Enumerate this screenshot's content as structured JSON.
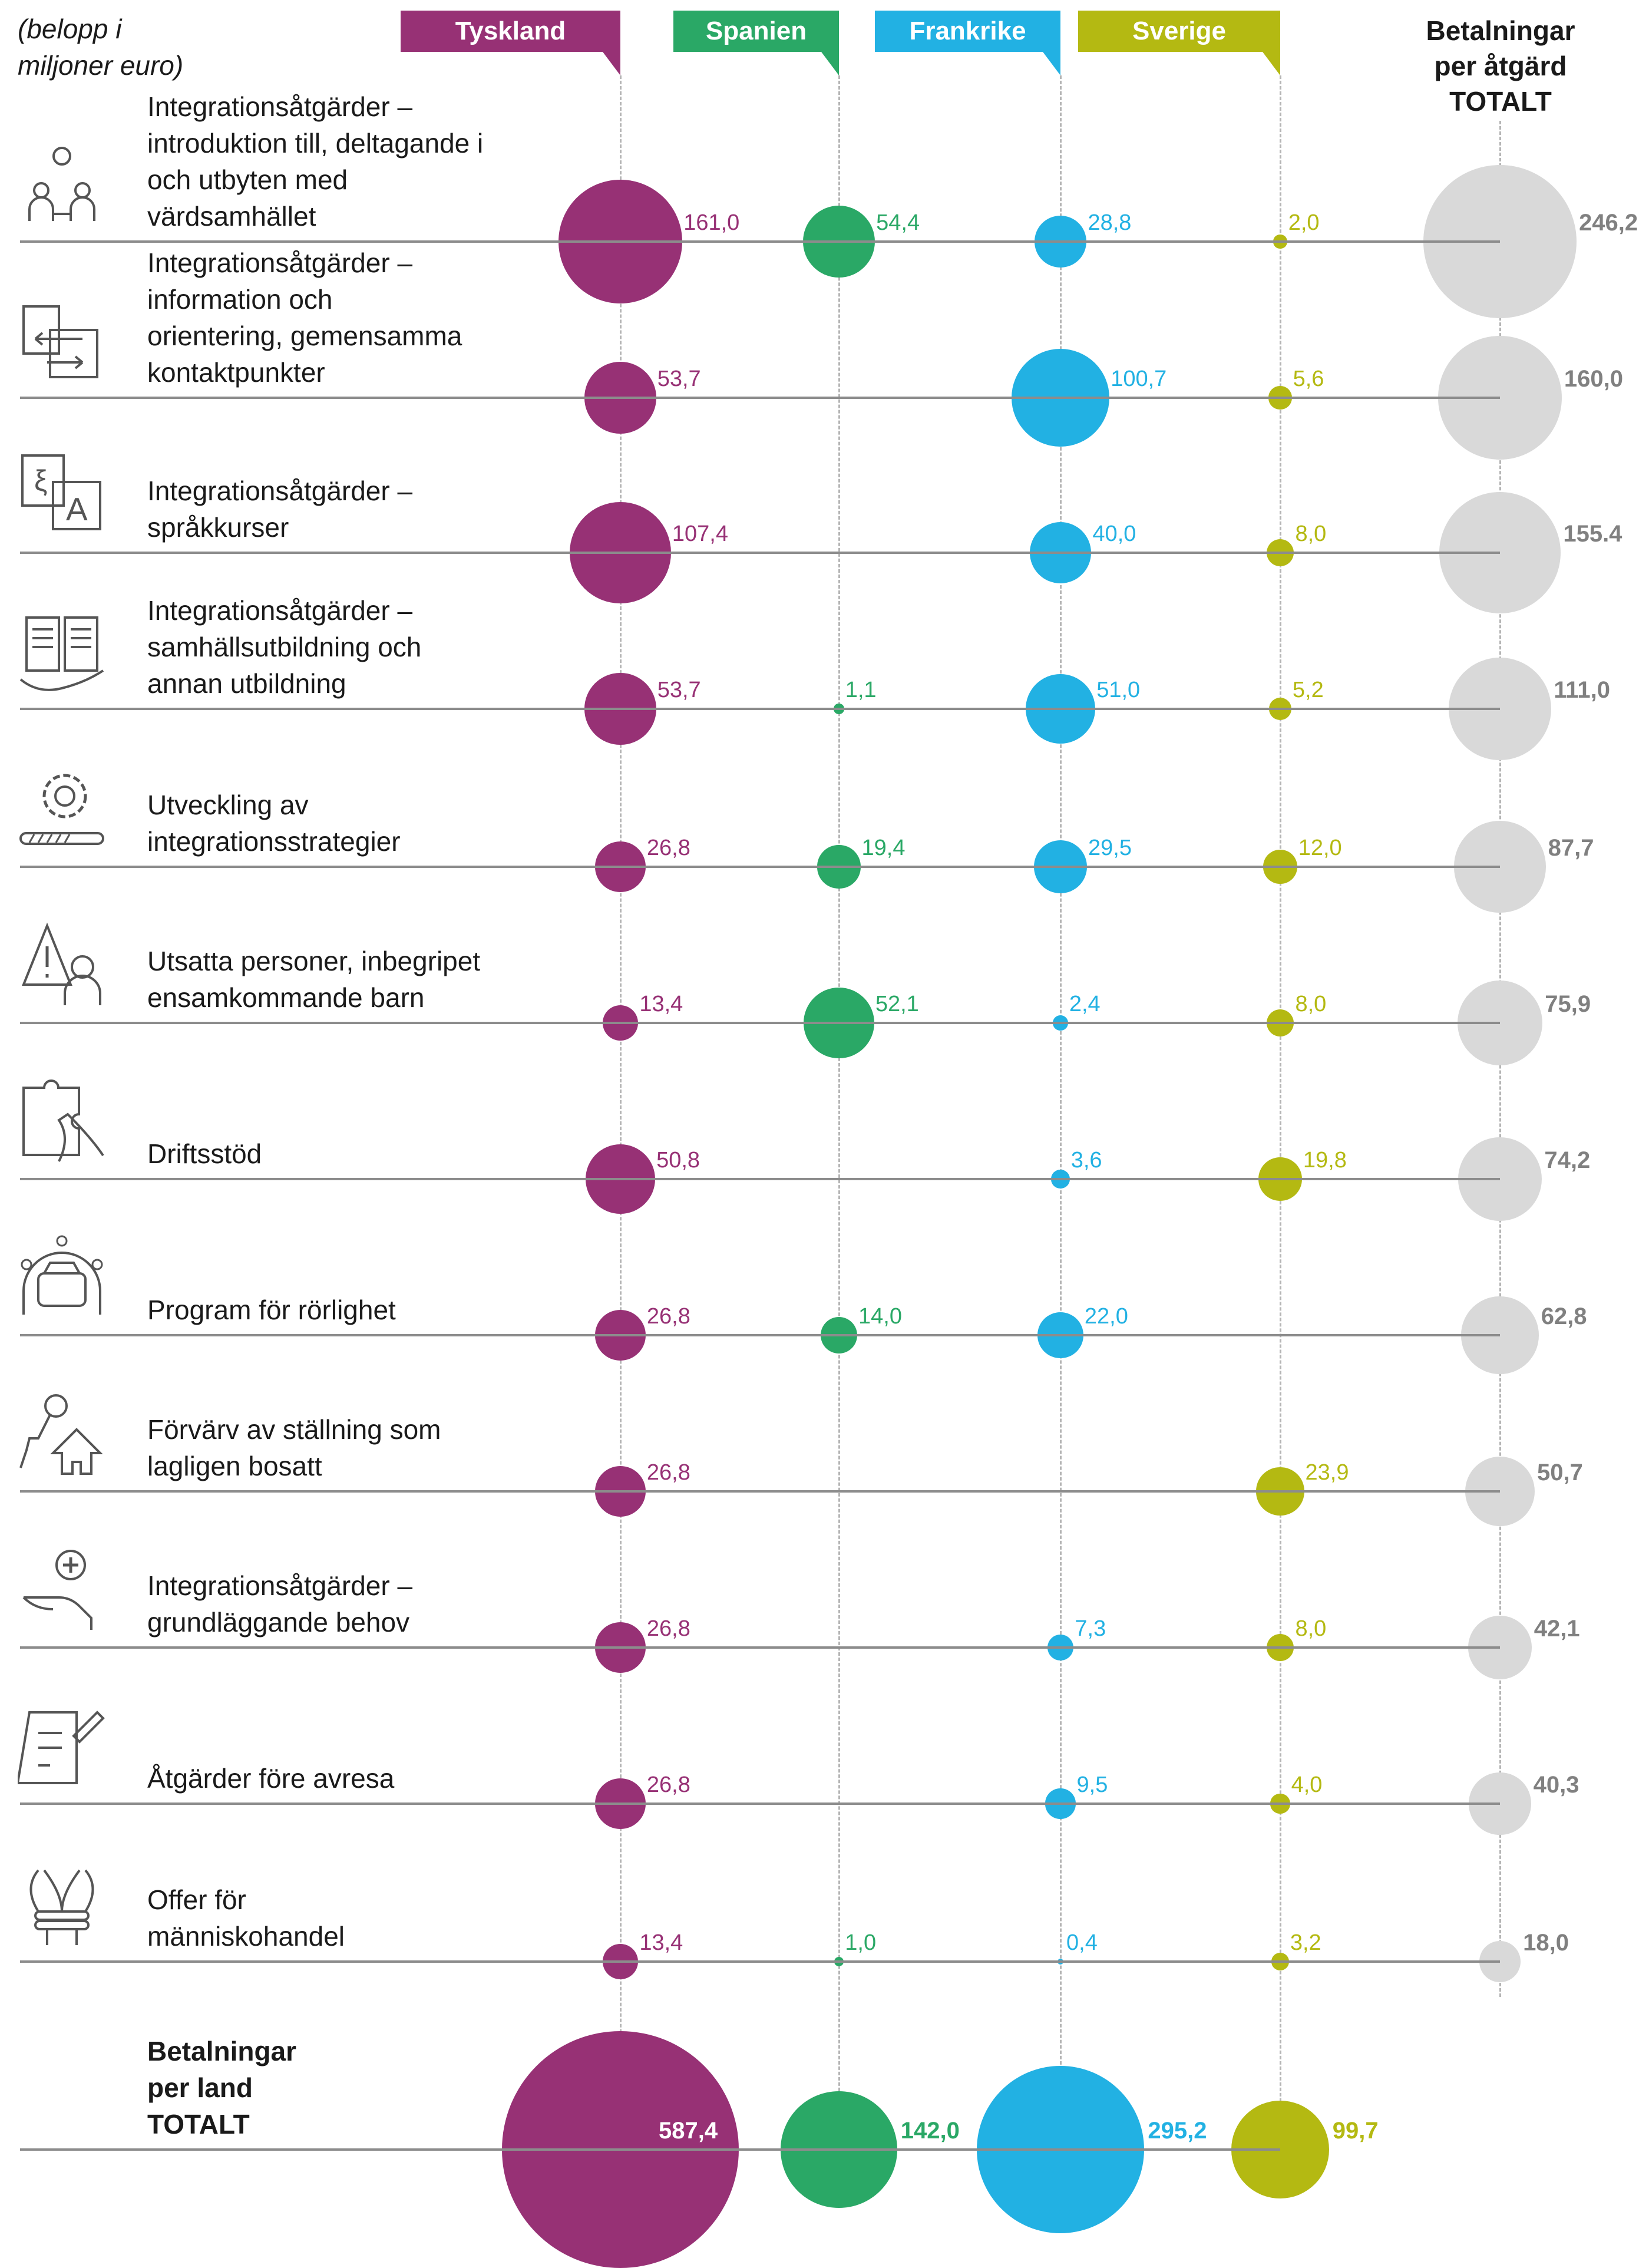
{
  "header": {
    "unit_note_line1": "(belopp i",
    "unit_note_line2": "miljoner euro)",
    "total_column_line1": "Betalningar",
    "total_column_line2": "per åtgärd",
    "total_column_line3": "TOTALT"
  },
  "countries": [
    {
      "name": "Tyskland",
      "color": "#973175"
    },
    {
      "name": "Spanien",
      "color": "#2aa866"
    },
    {
      "name": "Frankrike",
      "color": "#22b1e3"
    },
    {
      "name": "Sverige",
      "color": "#b4b912"
    }
  ],
  "total_color": "#d9d9d9",
  "total_value_color": "#808080",
  "rows": [
    {
      "icon": "people-gear-icon",
      "label_lines": [
        "Integrationsåtgärder –",
        "introduktion till, deltagande i",
        "och utbyten med",
        "värdsamhället"
      ],
      "values": [
        "161,0",
        "54,4",
        "28,8",
        "2,0"
      ],
      "total": "246,2"
    },
    {
      "icon": "exchange-arrows-icon",
      "label_lines": [
        "Integrationsåtgärder –",
        "information och",
        "orientering, gemensamma",
        "kontaktpunkter"
      ],
      "values": [
        "53,7",
        "",
        "100,7",
        "5,6"
      ],
      "total": "160,0"
    },
    {
      "icon": "language-bubbles-icon",
      "label_lines": [
        "Integrationsåtgärder –",
        "språkkurser"
      ],
      "values": [
        "107,4",
        "",
        "40,0",
        "8,0"
      ],
      "total": "155.4"
    },
    {
      "icon": "open-book-hand-icon",
      "label_lines": [
        "Integrationsåtgärder –",
        "samhällsutbildning och",
        "annan utbildning"
      ],
      "values": [
        "53,7",
        "1,1",
        "51,0",
        "5,2"
      ],
      "total": "111,0"
    },
    {
      "icon": "gear-progress-icon",
      "label_lines": [
        "Utveckling av",
        "integrationsstrategier"
      ],
      "values": [
        "26,8",
        "19,4",
        "29,5",
        "12,0"
      ],
      "total": "87,7"
    },
    {
      "icon": "warning-person-icon",
      "label_lines": [
        "Utsatta personer, inbegripet",
        "ensamkommande barn"
      ],
      "values": [
        "13,4",
        "52,1",
        "2,4",
        "8,0"
      ],
      "total": "75,9"
    },
    {
      "icon": "puzzle-hand-icon",
      "label_lines": [
        "Driftsstöd"
      ],
      "values": [
        "50,8",
        "",
        "3,6",
        "19,8"
      ],
      "total": "74,2"
    },
    {
      "icon": "car-network-icon",
      "label_lines": [
        "Program för rörlighet"
      ],
      "values": [
        "26,8",
        "14,0",
        "22,0",
        ""
      ],
      "total": "62,8"
    },
    {
      "icon": "key-house-icon",
      "label_lines": [
        "Förvärv av ställning som",
        "lagligen bosatt"
      ],
      "values": [
        "26,8",
        "",
        "",
        "23,9"
      ],
      "total": "50,7"
    },
    {
      "icon": "medical-hand-icon",
      "label_lines": [
        "Integrationsåtgärder –",
        "grundläggande behov"
      ],
      "values": [
        "26,8",
        "",
        "7,3",
        "8,0"
      ],
      "total": "42,1"
    },
    {
      "icon": "document-stamp-icon",
      "label_lines": [
        "Åtgärder före avresa"
      ],
      "values": [
        "26,8",
        "",
        "9,5",
        "4,0"
      ],
      "total": "40,3"
    },
    {
      "icon": "tied-hands-icon",
      "label_lines": [
        "Offer för",
        "människohandel"
      ],
      "values": [
        "13,4",
        "1,0",
        "0,4",
        "3,2"
      ],
      "total": "18,0"
    }
  ],
  "country_totals": {
    "label_lines": [
      "Betalningar",
      "per land",
      "TOTALT"
    ],
    "values": [
      "587,4",
      "142,0",
      "295,2",
      "99,7"
    ]
  },
  "chart_data": {
    "type": "bubble",
    "title": "Betalningar per åtgärd och land (belopp i miljoner euro)",
    "unit": "miljoner euro",
    "categories": [
      "Integrationsåtgärder – introduktion till, deltagande i och utbyten med värdsamhället",
      "Integrationsåtgärder – information och orientering, gemensamma kontaktpunkter",
      "Integrationsåtgärder – språkkurser",
      "Integrationsåtgärder – samhällsutbildning och annan utbildning",
      "Utveckling av integrationsstrategier",
      "Utsatta personer, inbegripet ensamkommande barn",
      "Driftsstöd",
      "Program för rörlighet",
      "Förvärv av ställning som lagligen bosatt",
      "Integrationsåtgärder – grundläggande behov",
      "Åtgärder före avresa",
      "Offer för människohandel"
    ],
    "series": [
      {
        "name": "Tyskland",
        "color": "#973175",
        "values": [
          161.0,
          53.7,
          107.4,
          53.7,
          26.8,
          13.4,
          50.8,
          26.8,
          26.8,
          26.8,
          26.8,
          13.4
        ],
        "total": 587.4
      },
      {
        "name": "Spanien",
        "color": "#2aa866",
        "values": [
          54.4,
          null,
          null,
          1.1,
          19.4,
          52.1,
          null,
          14.0,
          null,
          null,
          null,
          1.0
        ],
        "total": 142.0
      },
      {
        "name": "Frankrike",
        "color": "#22b1e3",
        "values": [
          28.8,
          100.7,
          40.0,
          51.0,
          29.5,
          2.4,
          3.6,
          22.0,
          null,
          7.3,
          9.5,
          0.4
        ],
        "total": 295.2
      },
      {
        "name": "Sverige",
        "color": "#b4b912",
        "values": [
          2.0,
          5.6,
          8.0,
          5.2,
          12.0,
          8.0,
          19.8,
          null,
          23.9,
          8.0,
          4.0,
          3.2
        ],
        "total": 99.7
      },
      {
        "name": "Betalningar per åtgärd TOTALT",
        "color": "#d9d9d9",
        "values": [
          246.2,
          160.0,
          155.4,
          111.0,
          87.7,
          75.9,
          74.2,
          62.8,
          50.7,
          42.1,
          40.3,
          18.0
        ]
      }
    ],
    "row_total_label": "Betalningar per land TOTALT",
    "column_total_label": "Betalningar per åtgärd TOTALT"
  }
}
